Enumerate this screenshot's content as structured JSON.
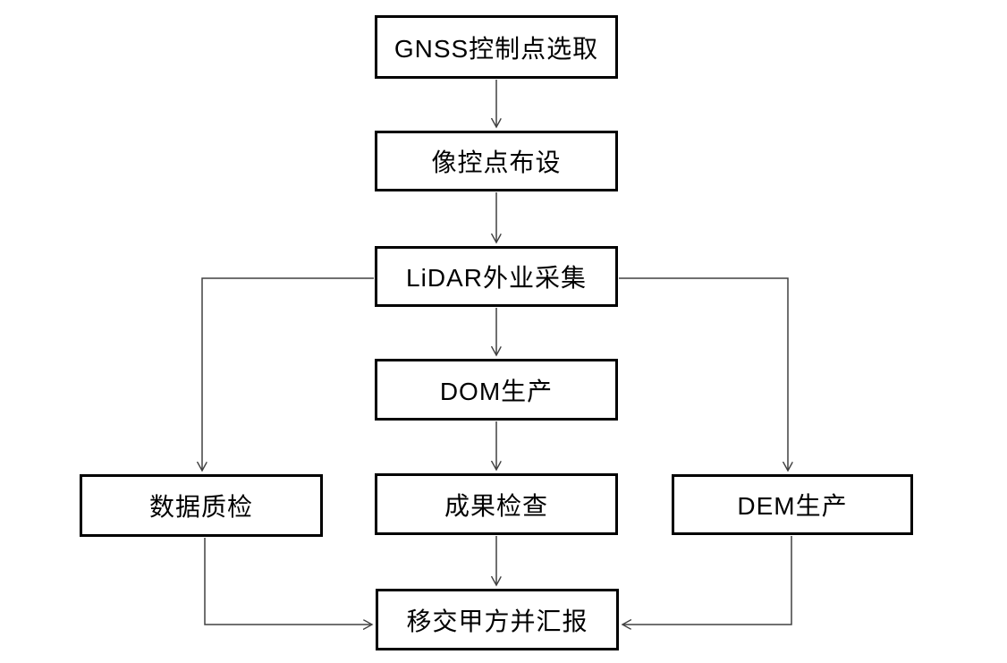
{
  "diagram": {
    "title": "LiDAR survey production workflow flowchart",
    "background_color": "#ffffff",
    "box_fill_color": "#ffffff",
    "box_border_color": "#000000",
    "line_color": "#404040",
    "text_color": "#000000",
    "nodes": [
      {
        "id": "gnss",
        "label": "GNSS控制点选取"
      },
      {
        "id": "image-control",
        "label": "像控点布设"
      },
      {
        "id": "lidar",
        "label": "LiDAR外业采集"
      },
      {
        "id": "dom",
        "label": "DOM生产"
      },
      {
        "id": "data-qc",
        "label": "数据质检"
      },
      {
        "id": "result-check",
        "label": "成果检查"
      },
      {
        "id": "dem",
        "label": "DEM生产"
      },
      {
        "id": "handover",
        "label": "移交甲方并汇报"
      }
    ],
    "edges": [
      {
        "from": "gnss",
        "to": "image-control",
        "route": "straight-down"
      },
      {
        "from": "image-control",
        "to": "lidar",
        "route": "straight-down"
      },
      {
        "from": "lidar",
        "to": "dom",
        "route": "straight-down"
      },
      {
        "from": "lidar",
        "to": "data-qc",
        "route": "left-then-down"
      },
      {
        "from": "lidar",
        "to": "dem",
        "route": "right-then-down"
      },
      {
        "from": "dom",
        "to": "result-check",
        "route": "straight-down"
      },
      {
        "from": "result-check",
        "to": "handover",
        "route": "straight-down"
      },
      {
        "from": "data-qc",
        "to": "handover",
        "route": "down-then-right"
      },
      {
        "from": "dem",
        "to": "handover",
        "route": "down-then-left"
      }
    ]
  }
}
